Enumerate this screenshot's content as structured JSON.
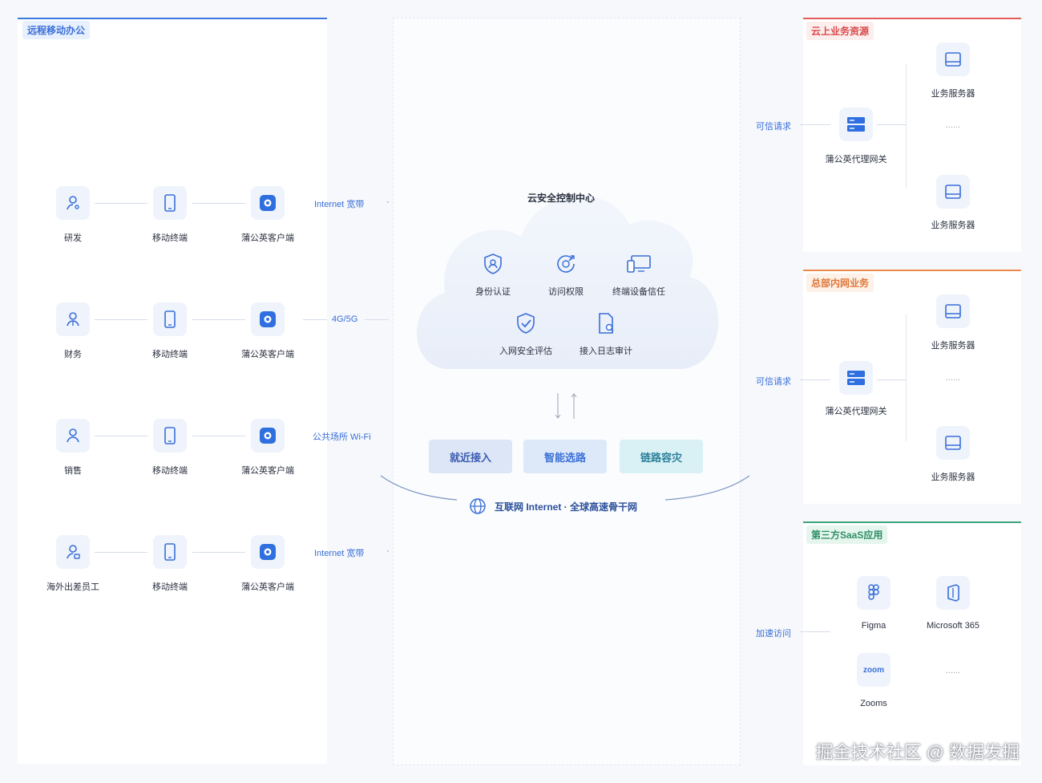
{
  "left_panel": {
    "title": "远程移动办公",
    "rows": [
      {
        "role": "研发",
        "device": "移动终端",
        "client": "蒲公英客户端",
        "link": "Internet 宽带"
      },
      {
        "role": "财务",
        "device": "移动终端",
        "client": "蒲公英客户端",
        "link": "4G/5G"
      },
      {
        "role": "销售",
        "device": "移动终端",
        "client": "蒲公英客户端",
        "link": "公共场所 Wi-Fi"
      },
      {
        "role": "海外出差员工",
        "device": "移动终端",
        "client": "蒲公英客户端",
        "link": "Internet 宽带"
      }
    ]
  },
  "center": {
    "cloud_title": "云安全控制中心",
    "features": [
      {
        "label": "身份认证",
        "icon": "shield-user-icon"
      },
      {
        "label": "访问权限",
        "icon": "access-rights-icon"
      },
      {
        "label": "终端设备信任",
        "icon": "device-trust-icon"
      },
      {
        "label": "入网安全评估",
        "icon": "shield-check-icon"
      },
      {
        "label": "接入日志审计",
        "icon": "log-audit-icon"
      }
    ],
    "buttons": [
      "就近接入",
      "智能选路",
      "链路容灾"
    ],
    "backbone": "互联网 Internet · 全球高速骨干网"
  },
  "right": {
    "sections": [
      {
        "title": "云上业务资源",
        "color": "red",
        "request": "可信请求",
        "gateway": "蒲公英代理网关",
        "servers": [
          "业务服务器",
          "业务服务器"
        ],
        "ellipsis": "......"
      },
      {
        "title": "总部内网业务",
        "color": "orange",
        "request": "可信请求",
        "gateway": "蒲公英代理网关",
        "servers": [
          "业务服务器",
          "业务服务器"
        ],
        "ellipsis": "......"
      }
    ],
    "saas": {
      "title": "第三方SaaS应用",
      "request": "加速访问",
      "apps": [
        "Figma",
        "Microsoft 365",
        "Zooms"
      ],
      "zoom_logo": "zoom",
      "ellipsis": "......"
    }
  },
  "watermark": "掘金技术社区 @ 数据发掘",
  "colors": {
    "accent": "#3a6fd8",
    "red": "#d94a4a",
    "orange": "#e0773a",
    "green": "#2f8f66"
  }
}
